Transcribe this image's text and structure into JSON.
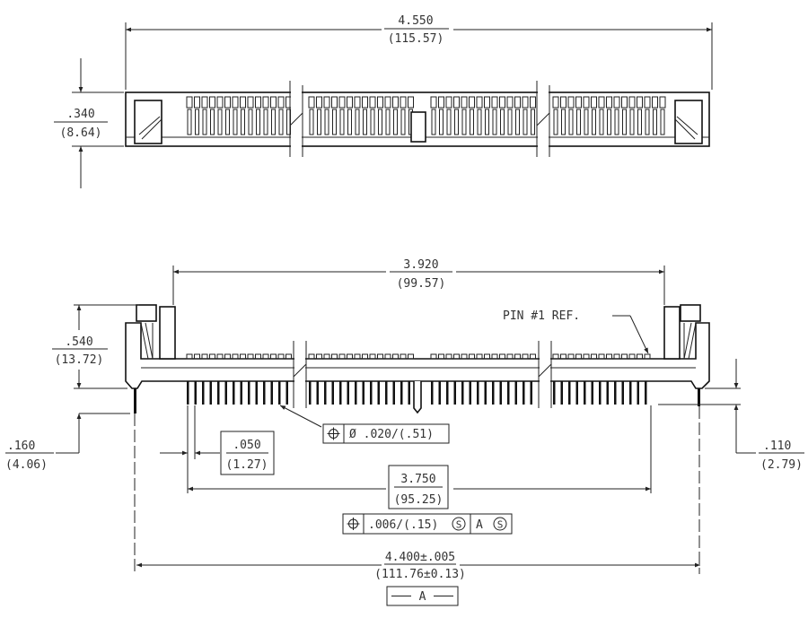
{
  "top_view": {
    "overall_length": {
      "inch": "4.550",
      "mm": "(115.57)"
    },
    "height": {
      "inch": ".340",
      "mm": "(8.64)"
    }
  },
  "side_view": {
    "inner_width": {
      "inch": "3.920",
      "mm": "(99.57)"
    },
    "overall_height": {
      "inch": ".540",
      "mm": "(13.72)"
    },
    "peg_length": {
      "inch": ".160",
      "mm": "(4.06)"
    },
    "pin_length": {
      "inch": ".110",
      "mm": "(2.79)"
    },
    "pitch": {
      "inch": ".050",
      "mm": "(1.27)"
    },
    "pin_span": {
      "inch": "3.750",
      "mm": "(95.25)"
    },
    "peg_span": {
      "inch": "4.400±.005",
      "mm": "(111.76±0.13)"
    },
    "pin1_label": "PIN #1 REF.",
    "pin_tolerance": {
      "symbol": "position-icon",
      "value": "Ø .020/(.51)"
    },
    "span_tolerance": {
      "symbol": "position-icon",
      "value": ".006/(.15)",
      "modifier": "S",
      "datum": "A",
      "datum_modifier": "S"
    },
    "datum": "A"
  },
  "colors": {
    "line": "#222222",
    "text": "#333333",
    "background": "#ffffff"
  }
}
